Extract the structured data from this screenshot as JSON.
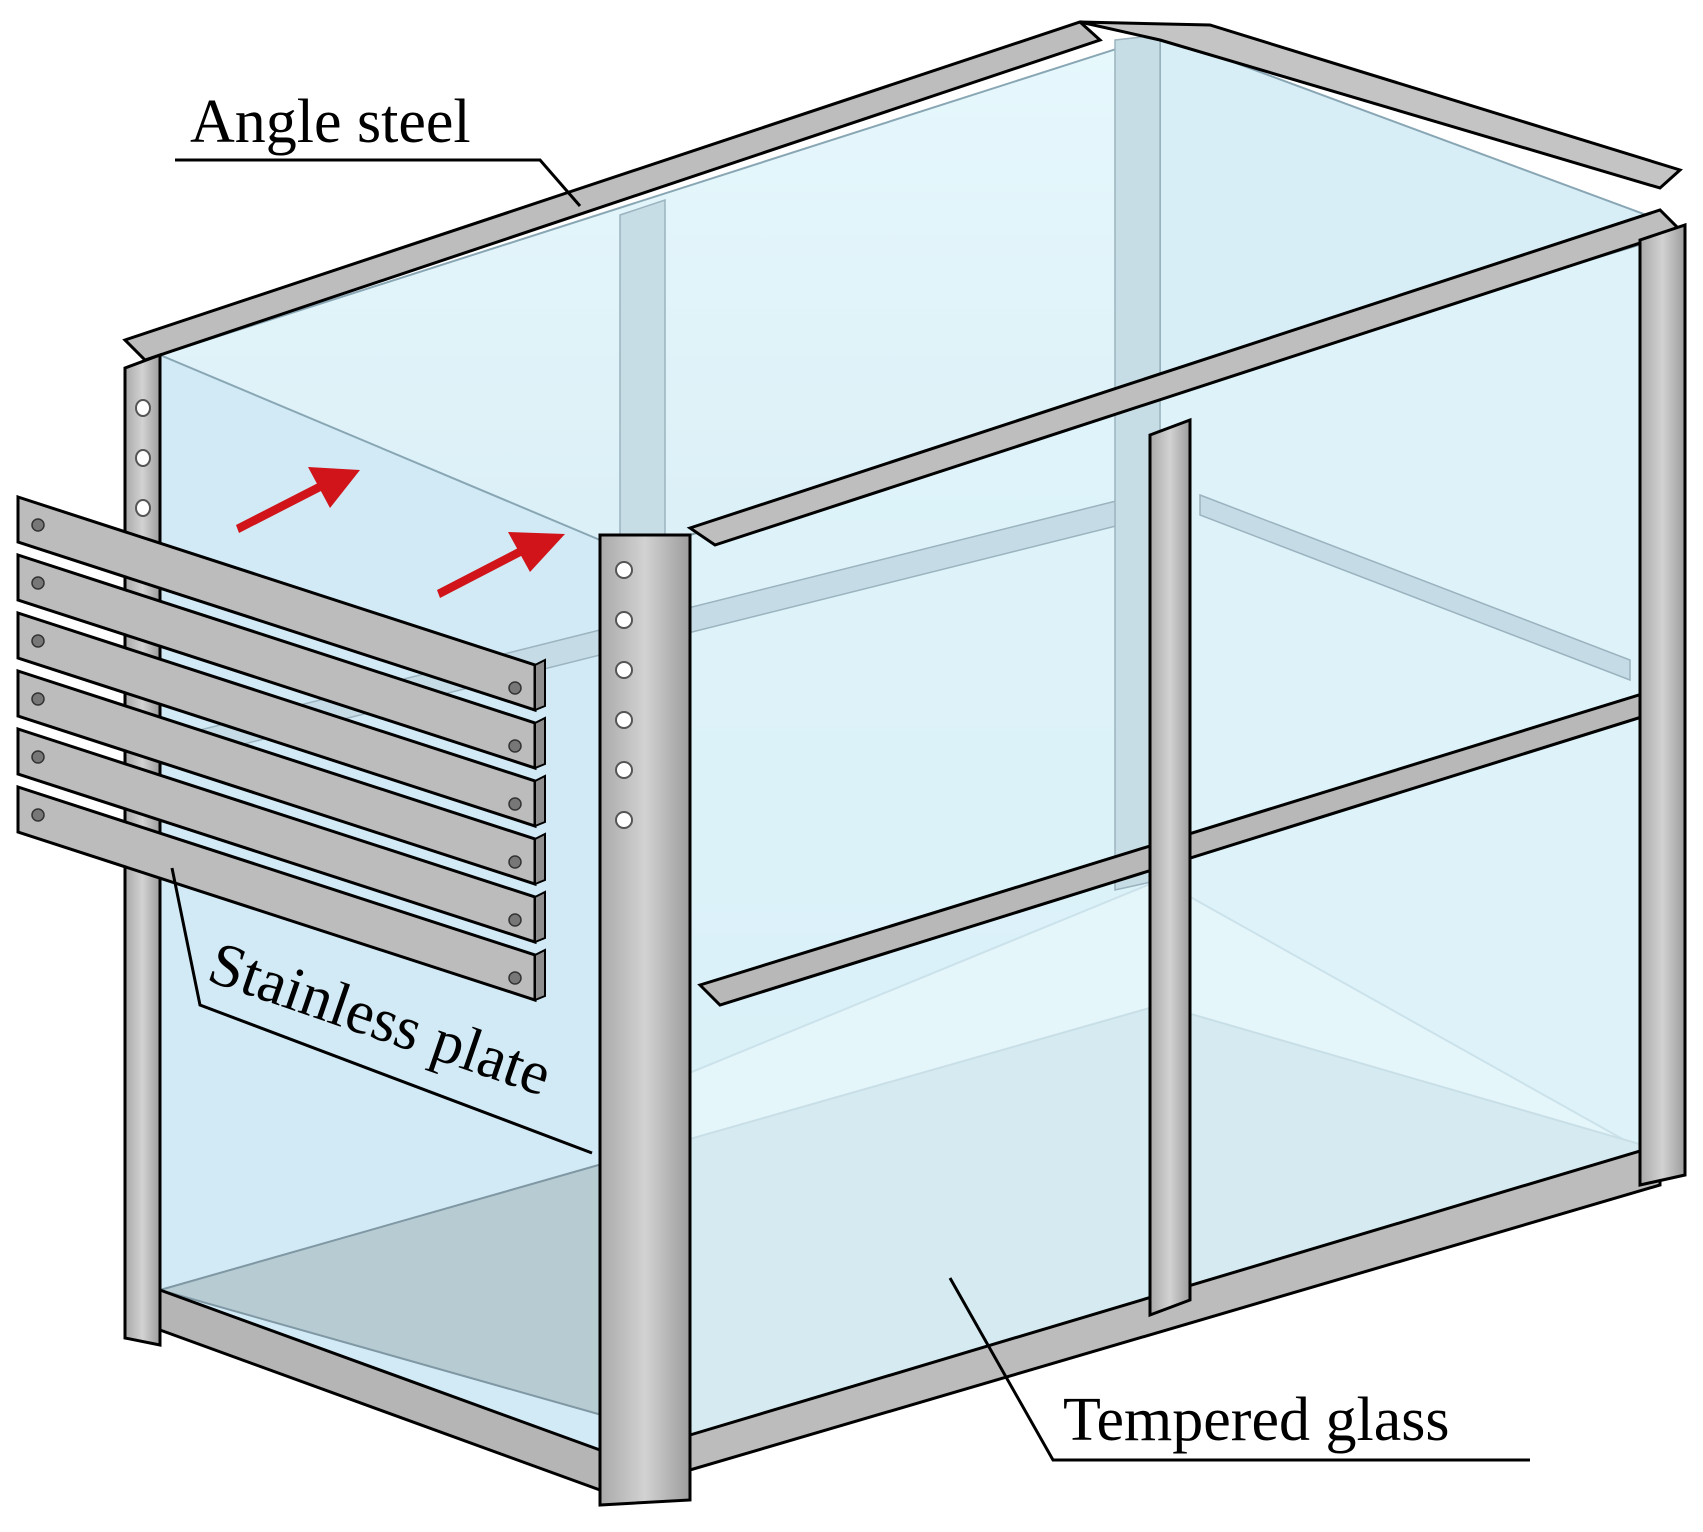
{
  "labels": {
    "angle_steel": "Angle steel",
    "stainless_plate": "Stainless plate",
    "tempered_glass": "Tempered glass"
  },
  "colors": {
    "glass_light": "#e3f6fb",
    "glass_mid": "#cfe6f2",
    "glass_bottom": "#b9ccd4",
    "steel": "#b9b9b9",
    "steel_dark": "#8e8e8e",
    "arrow": "#d0141a",
    "outline": "#000000"
  }
}
